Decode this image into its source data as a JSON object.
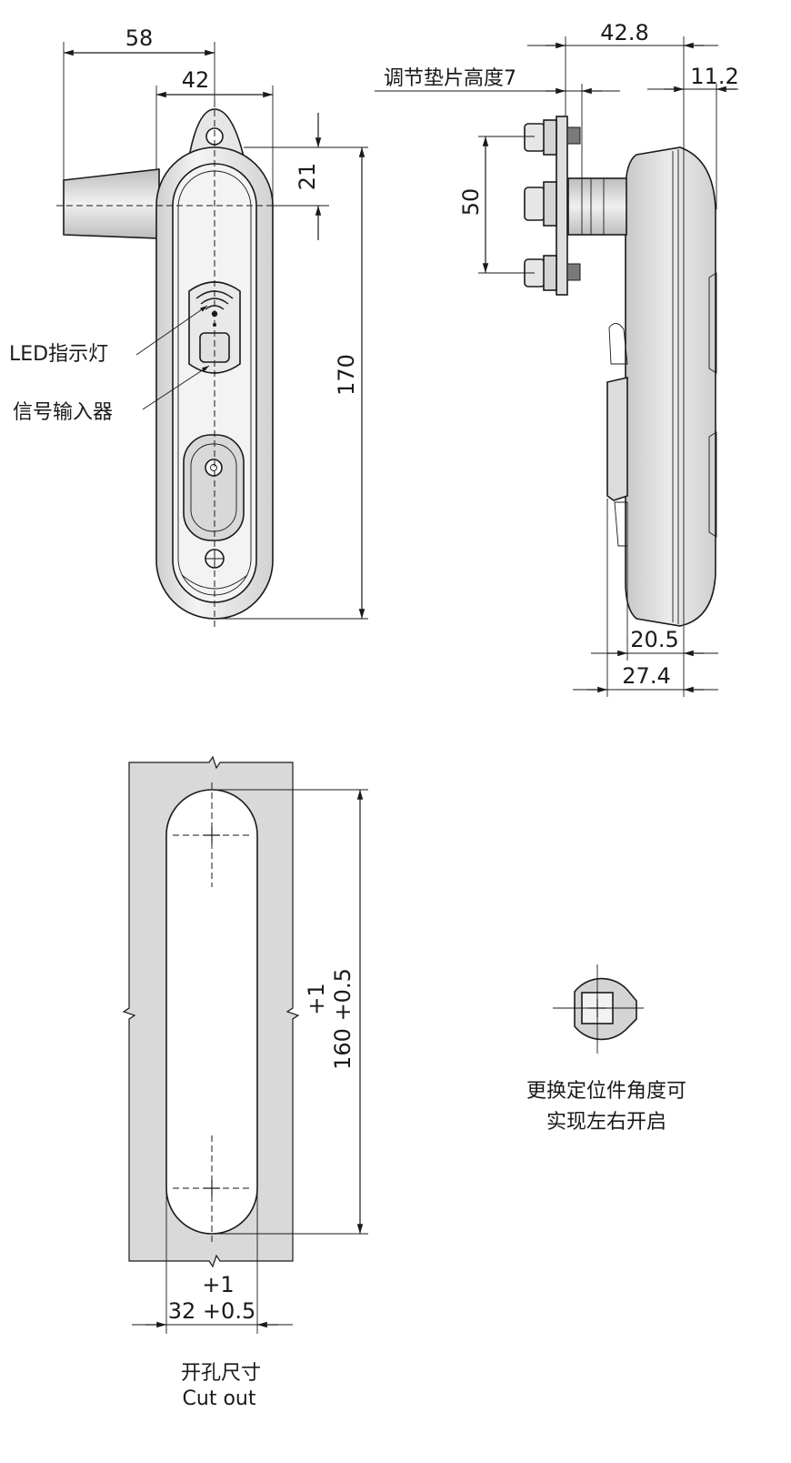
{
  "dimensions": {
    "width_58": "58",
    "width_42": "42",
    "height_21": "21",
    "height_170": "170",
    "depth_42_8": "42.8",
    "depth_11_2": "11.2",
    "spacing_50": "50",
    "depth_20_5": "20.5",
    "depth_27_4": "27.4",
    "cutout_height_tol": "+1",
    "cutout_height": "160 +0.5",
    "cutout_width_tol": "+1",
    "cutout_width": "32 +0.5"
  },
  "labels": {
    "shim_height": "调节垫片高度7",
    "led": "LED指示灯",
    "signal_input": "信号输入器",
    "cam_note_line1": "更换定位件角度可",
    "cam_note_line2": "实现左右开启",
    "cutout_cn": "开孔尺寸",
    "cutout_en": "Cut out"
  },
  "colors": {
    "line": "#1a1a1a",
    "panel": "#d9d9d9",
    "body": "#e8e8e8",
    "face": "#f2f2f2"
  }
}
